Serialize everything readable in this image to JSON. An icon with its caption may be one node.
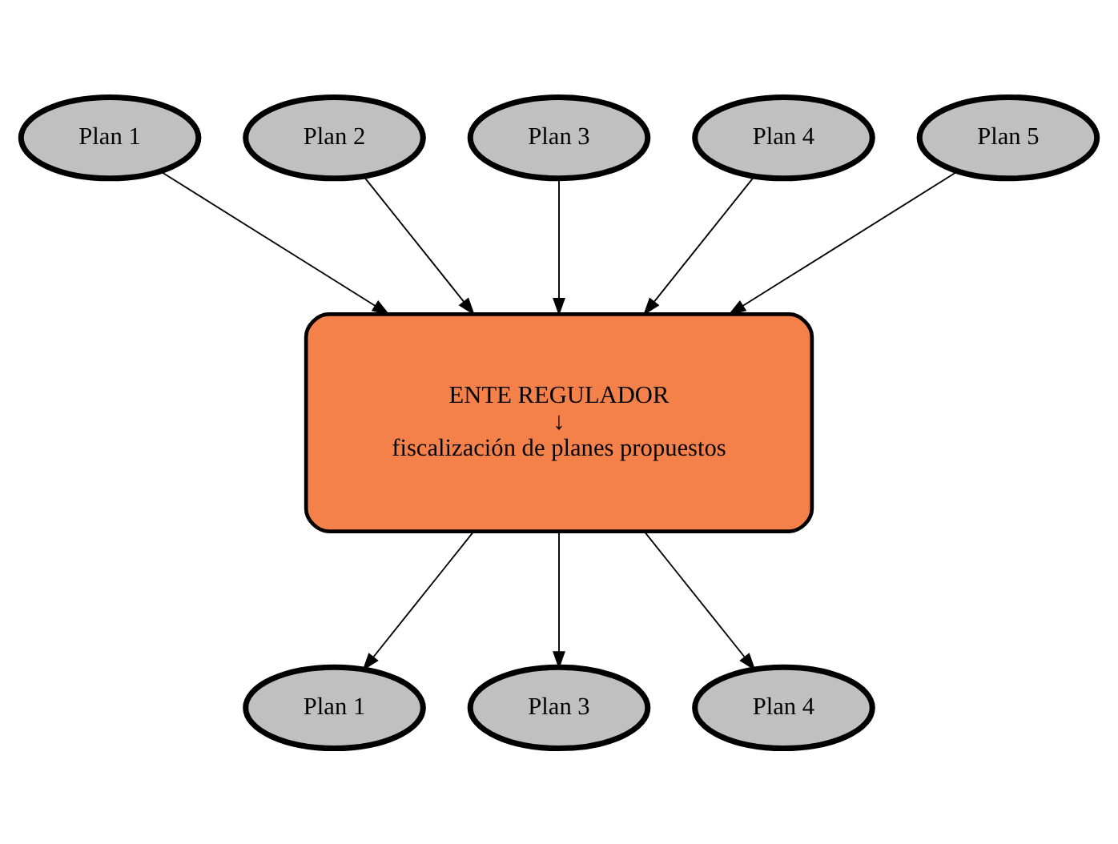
{
  "diagram": {
    "nodes": [
      {
        "text": [
          "Plan 1"
        ]
      },
      {
        "text": [
          "Plan 2"
        ]
      },
      {
        "text": [
          "Plan 3"
        ]
      },
      {
        "text": [
          "Plan 4"
        ]
      },
      {
        "text": [
          "Plan 5"
        ]
      },
      {
        "text": [
          "ENTE REGULADOR",
          "↓",
          "fiscalización de planes propuestos"
        ]
      },
      {
        "text": [
          "Plan 1"
        ]
      },
      {
        "text": [
          "Plan 3"
        ]
      },
      {
        "text": [
          "Plan 4"
        ]
      }
    ],
    "edges": [
      {
        "from": 0,
        "to": 5,
        "arrow": "to"
      },
      {
        "from": 1,
        "to": 5,
        "arrow": "to"
      },
      {
        "from": 2,
        "to": 5,
        "arrow": "to"
      },
      {
        "from": 3,
        "to": 5,
        "arrow": "to"
      },
      {
        "from": 4,
        "to": 5,
        "arrow": "to"
      },
      {
        "from": 5,
        "to": 6,
        "arrow": "to"
      },
      {
        "from": 5,
        "to": 7,
        "arrow": "to"
      },
      {
        "from": 5,
        "to": 8,
        "arrow": "to"
      }
    ]
  }
}
